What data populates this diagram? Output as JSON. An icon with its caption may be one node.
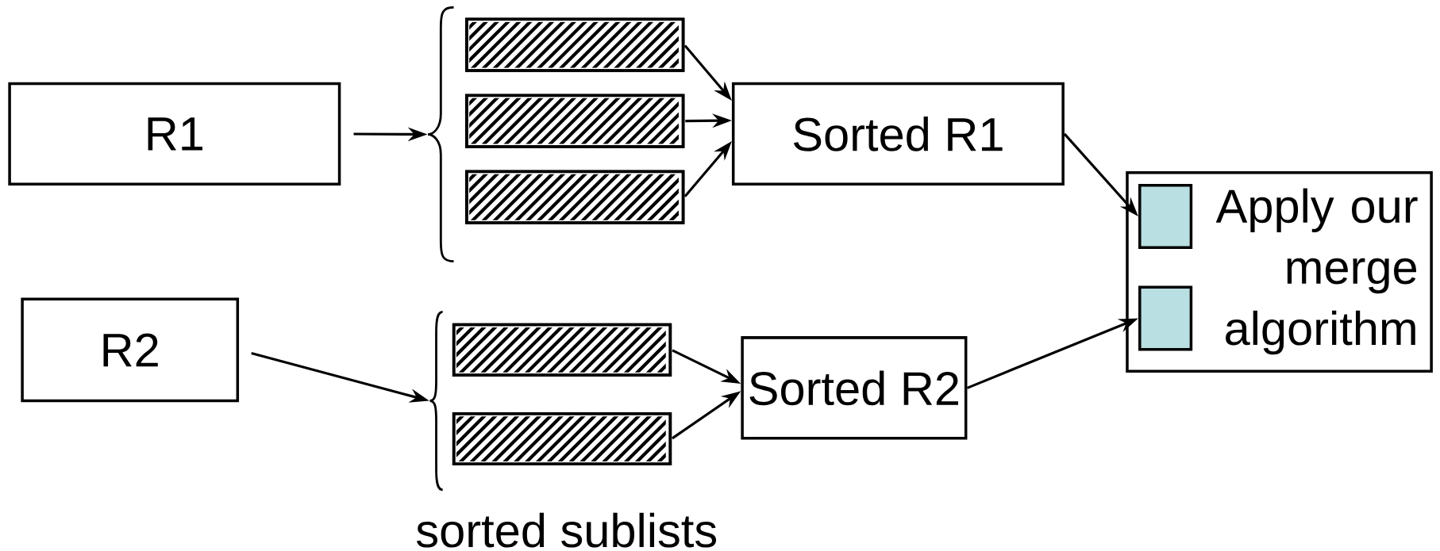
{
  "diagram": {
    "nodes": [
      {
        "text": [
          "R1"
        ]
      },
      {
        "text": [],
        "shape": "brace"
      },
      {
        "text": [],
        "shape": "bar"
      },
      {
        "text": [],
        "shape": "bar"
      },
      {
        "text": [],
        "shape": "bar"
      },
      {
        "text": [
          "Sorted R1"
        ]
      },
      {
        "text": [
          "Apply our merge algorithm"
        ]
      },
      {
        "text": [],
        "shape": "box",
        "in": 6
      },
      {
        "text": [],
        "shape": "box",
        "in": 6
      },
      {
        "text": [
          "R2"
        ]
      },
      {
        "text": [],
        "shape": "brace"
      },
      {
        "text": [],
        "shape": "bar"
      },
      {
        "text": [],
        "shape": "bar"
      },
      {
        "text": [
          "Sorted R2"
        ]
      }
    ],
    "edges": [
      {
        "from": 0,
        "to": 1,
        "arrow": "to"
      },
      {
        "from": 2,
        "to": 5,
        "arrow": "to"
      },
      {
        "from": 3,
        "to": 5,
        "arrow": "to"
      },
      {
        "from": 4,
        "to": 5,
        "arrow": "to"
      },
      {
        "from": 5,
        "to": 7,
        "arrow": "to"
      },
      {
        "from": 9,
        "to": 10,
        "arrow": "to"
      },
      {
        "from": 11,
        "to": 13,
        "arrow": "to"
      },
      {
        "from": 12,
        "to": 13,
        "arrow": "to"
      },
      {
        "from": 13,
        "to": 8,
        "arrow": "to"
      }
    ],
    "labels": [
      "sorted sublists"
    ]
  }
}
